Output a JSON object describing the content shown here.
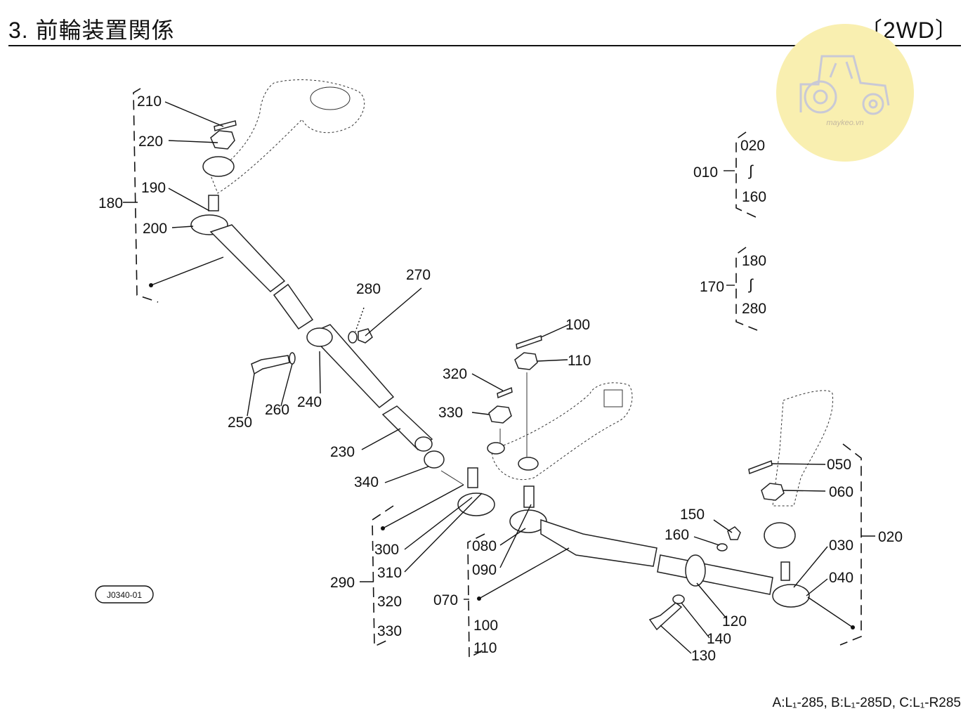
{
  "header": {
    "title": "3. 前輪装置関係",
    "model_tag": "〔2WD〕"
  },
  "watermark": {
    "text": "maykeo.vn",
    "icon": "tractor-icon",
    "color": "#f9efb0"
  },
  "drawing_code": "J0340-01",
  "footer": {
    "applicability": "A:L₁-285, B:L₁-285D, C:L₁-R285"
  },
  "groups": {
    "g010": {
      "id": "010",
      "from": "020",
      "to": "160",
      "range_mark": "∫"
    },
    "g170": {
      "id": "170",
      "from": "180",
      "to": "280",
      "range_mark": "∫"
    }
  },
  "callouts": {
    "c210": "210",
    "c220": "220",
    "c180": "180",
    "c190": "190",
    "c200": "200",
    "c280": "280",
    "c270": "270",
    "c250": "250",
    "c260": "260",
    "c240": "240",
    "c230": "230",
    "c340": "340",
    "c320": "320",
    "c330": "330",
    "c100": "100",
    "c110": "110",
    "c300": "300",
    "c310": "310",
    "c290": "290",
    "c290_320": "320",
    "c290_330": "330",
    "c080": "080",
    "c090": "090",
    "c070": "070",
    "c070_100": "100",
    "c070_110": "110",
    "c150": "150",
    "c160": "160",
    "c050": "050",
    "c060": "060",
    "c030": "030",
    "c040": "040",
    "c020": "020",
    "c120": "120",
    "c140": "140",
    "c130": "130"
  }
}
